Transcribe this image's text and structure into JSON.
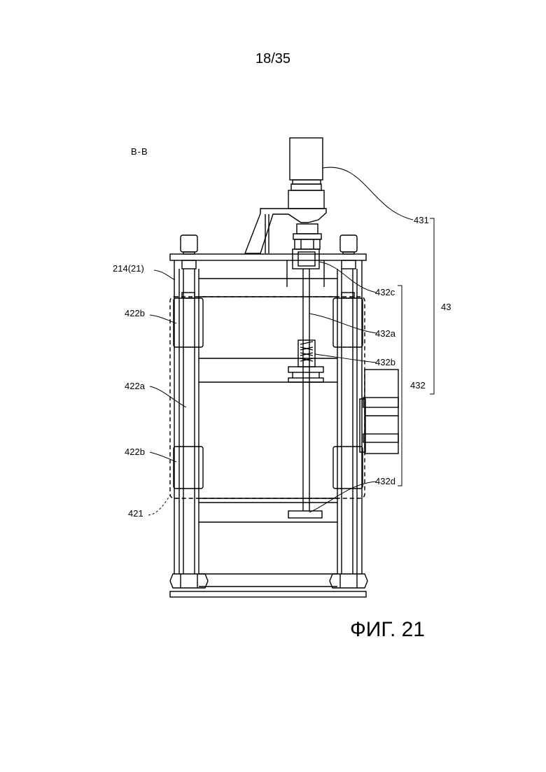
{
  "page": {
    "number": "18/35"
  },
  "section": {
    "label": "B-B"
  },
  "figure": {
    "caption": "ФИГ. 21"
  },
  "labels": {
    "l431": "431",
    "l214": "214(21)",
    "l432c": "432c",
    "l43": "43",
    "l422b_top": "422b",
    "l432a": "432a",
    "l432b": "432b",
    "l422a": "422a",
    "l432": "432",
    "l422b_bottom": "422b",
    "l432d": "432d",
    "l421": "421"
  },
  "colors": {
    "line": "#000000",
    "background": "#ffffff"
  }
}
